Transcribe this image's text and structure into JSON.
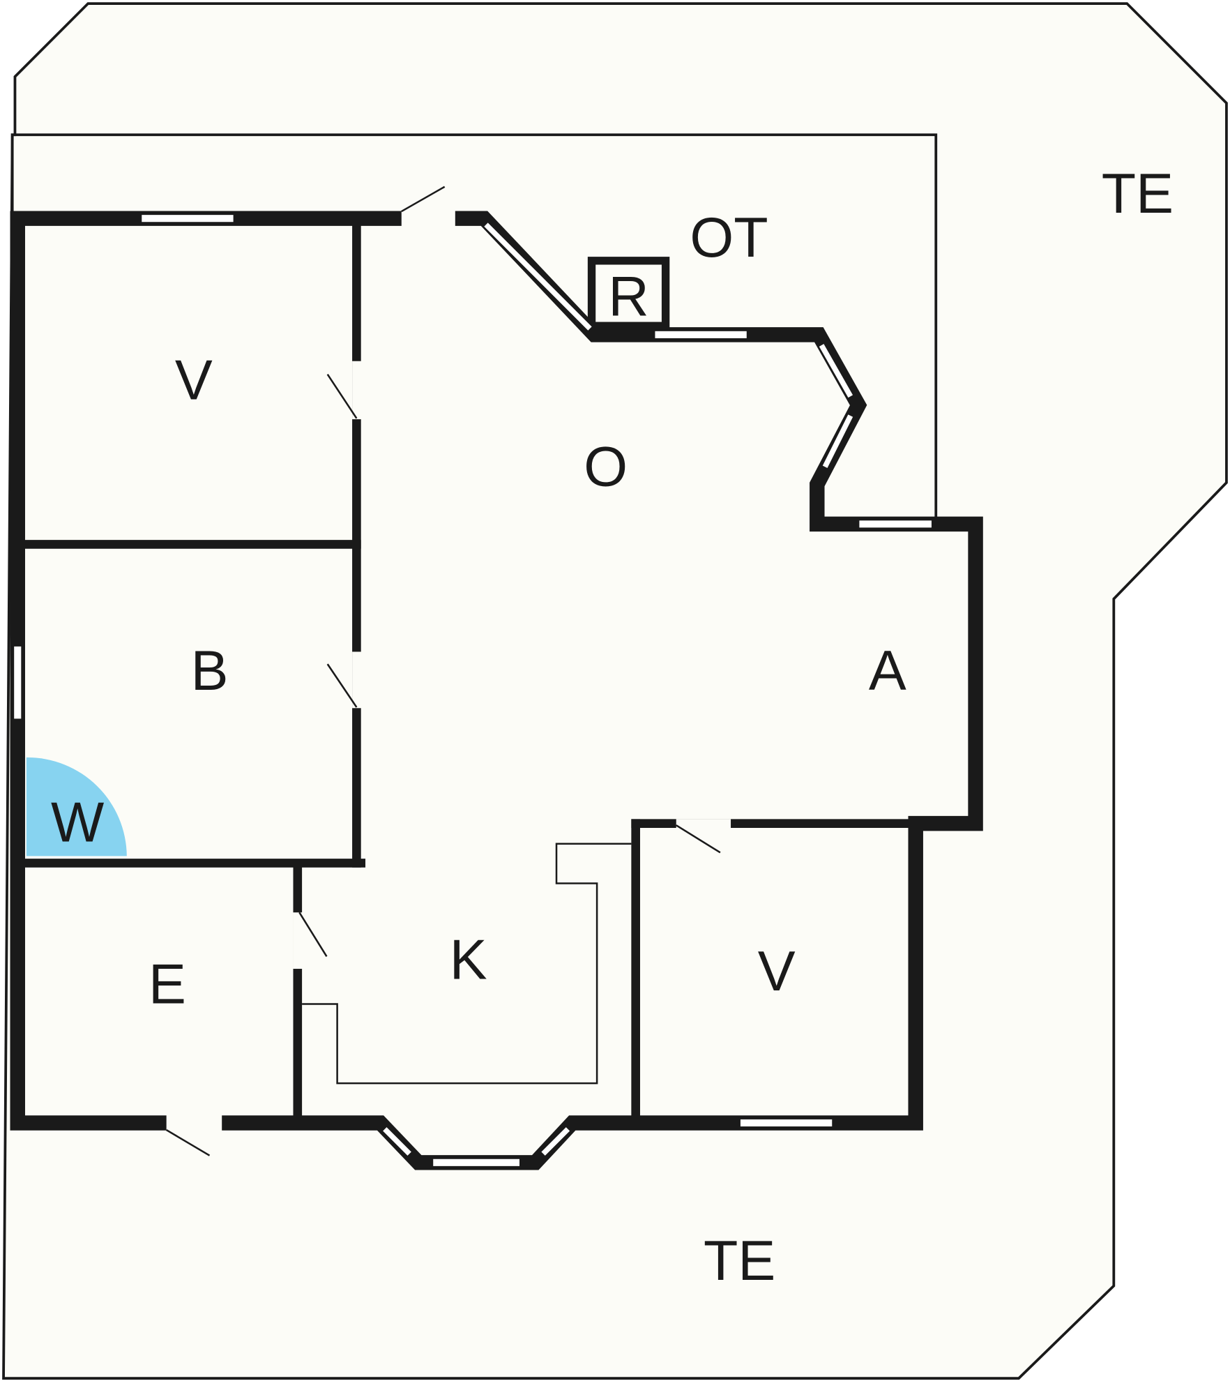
{
  "title": "Floor plan",
  "colors": {
    "background": "#fcfcf7",
    "wall": "#1a1a1a",
    "wardrobe": "#87d3f0"
  },
  "rooms": {
    "terrace_top": "TE",
    "terrace_bottom": "TE",
    "open_terrace": "OT",
    "chimney": "R",
    "living": "O",
    "bedroom_top": "V",
    "bathroom": "B",
    "wardrobe": "W",
    "entry": "E",
    "kitchen": "K",
    "dining": "A",
    "bedroom_bottom": "V"
  }
}
